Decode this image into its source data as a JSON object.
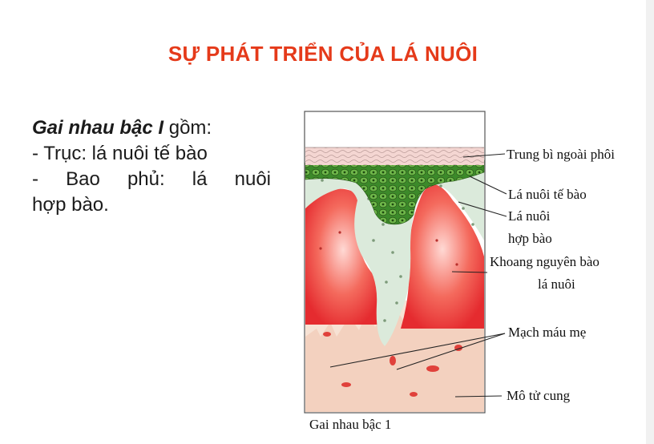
{
  "slide": {
    "title": "SỰ PHÁT TRIỂN CỦA LÁ NUÔI",
    "text": {
      "heading_bold": "Gai nhau bậc I",
      "heading_rest": " gồm:",
      "line1": "- Trục: lá nuôi tế bào",
      "line2_part": "- Bao phủ: lá nuôi",
      "line3": "hợp bào."
    }
  },
  "diagram": {
    "labels": {
      "trung_bi": "Trung bì ngoài phôi",
      "la_nuoi_te_bao": "Lá nuôi tế bào",
      "la_nuoi_hop_bao_1": "Lá nuôi",
      "la_nuoi_hop_bao_2": "hợp bào",
      "khoang_1": "Khoang nguyên bào",
      "khoang_2": "lá nuôi",
      "mach_mau_me": "Mạch máu mẹ",
      "mo_tu_cung": "Mô tử cung"
    },
    "caption": "Gai nhau bậc 1"
  },
  "colors": {
    "title": "#e53a1a",
    "lacunae": "#ef4040",
    "cytotrophoblast": "#3f8a2a",
    "syncytium": "#d6e8d6",
    "uterus": "#f7dccb"
  }
}
